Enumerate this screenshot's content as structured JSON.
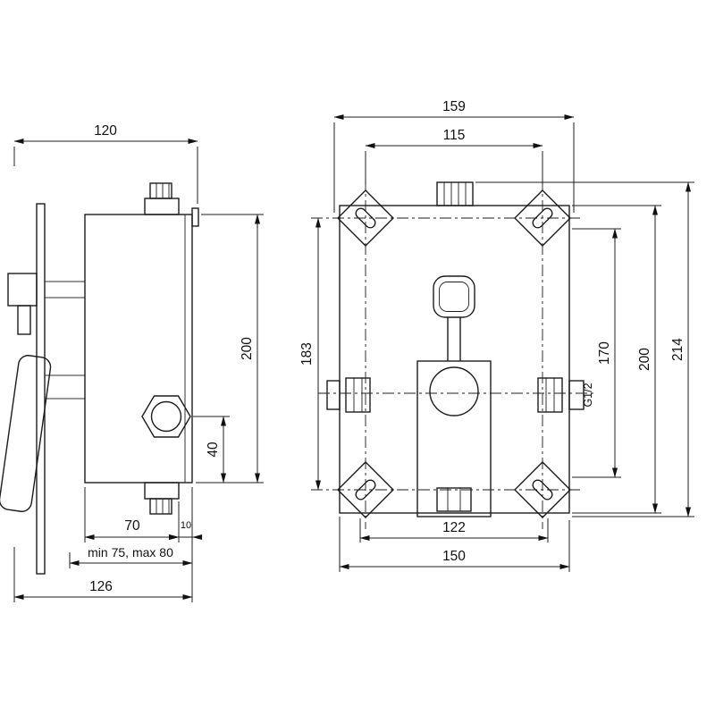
{
  "drawing": {
    "title": "concealed-mixer-valve-installation-drawing",
    "side_view": {
      "dims": {
        "width_top": "120",
        "body_height": "200",
        "hex_offset": "40",
        "body_depth": "70",
        "step": "10",
        "install_depth": "min 75, max 80",
        "overall_depth": "126"
      }
    },
    "front_view": {
      "dims": {
        "overall_width": "159",
        "top_slot_spacing": "115",
        "slot_spacing_vertical": "183",
        "inner_height": "170",
        "box_height": "200",
        "overall_height": "214",
        "bottom_slot_spacing": "122",
        "box_width": "150",
        "thread": "G1/2"
      }
    },
    "colors": {
      "line": "#1c1c1c",
      "background": "#ffffff"
    }
  }
}
